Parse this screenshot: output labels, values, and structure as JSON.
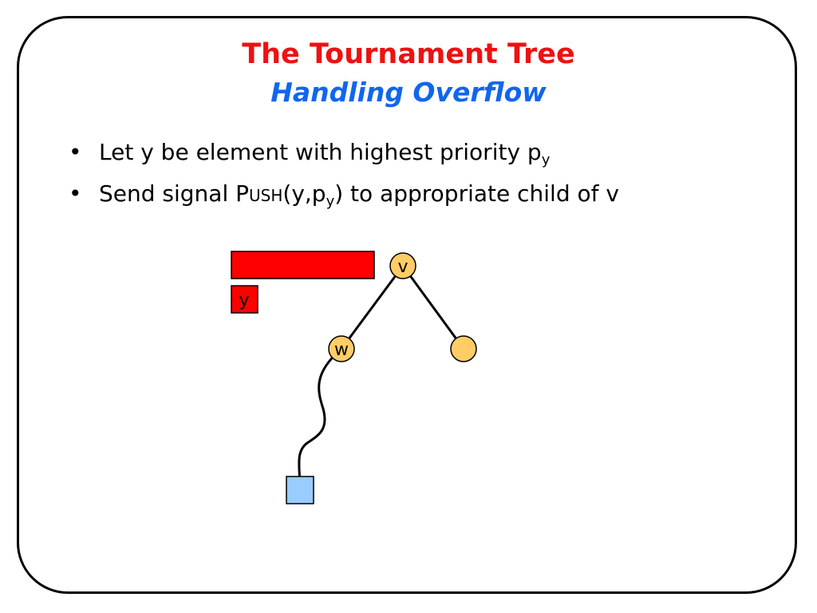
{
  "slide": {
    "title": "The Tournament Tree",
    "subtitle": "Handling Overflow"
  },
  "bullets": [
    {
      "marker": "•",
      "text_before_sub": "Let y be element with highest priority p",
      "sub": "y"
    },
    {
      "marker": "•",
      "text_start": "Send signal P",
      "smallcaps": "USH",
      "text_args": "(y,p",
      "sub": "y",
      "text_end": ") to appropriate child of v"
    }
  ],
  "diagram": {
    "nodes": {
      "v": "v",
      "w": "w",
      "right_child": ""
    },
    "buffer_element_label": "y",
    "colors": {
      "buffer_red": "#ff0000",
      "node_fill": "#ffcc66",
      "leaf_fill": "#99ccff",
      "title_red": "#ee1111",
      "subtitle_blue": "#1166ee"
    }
  }
}
